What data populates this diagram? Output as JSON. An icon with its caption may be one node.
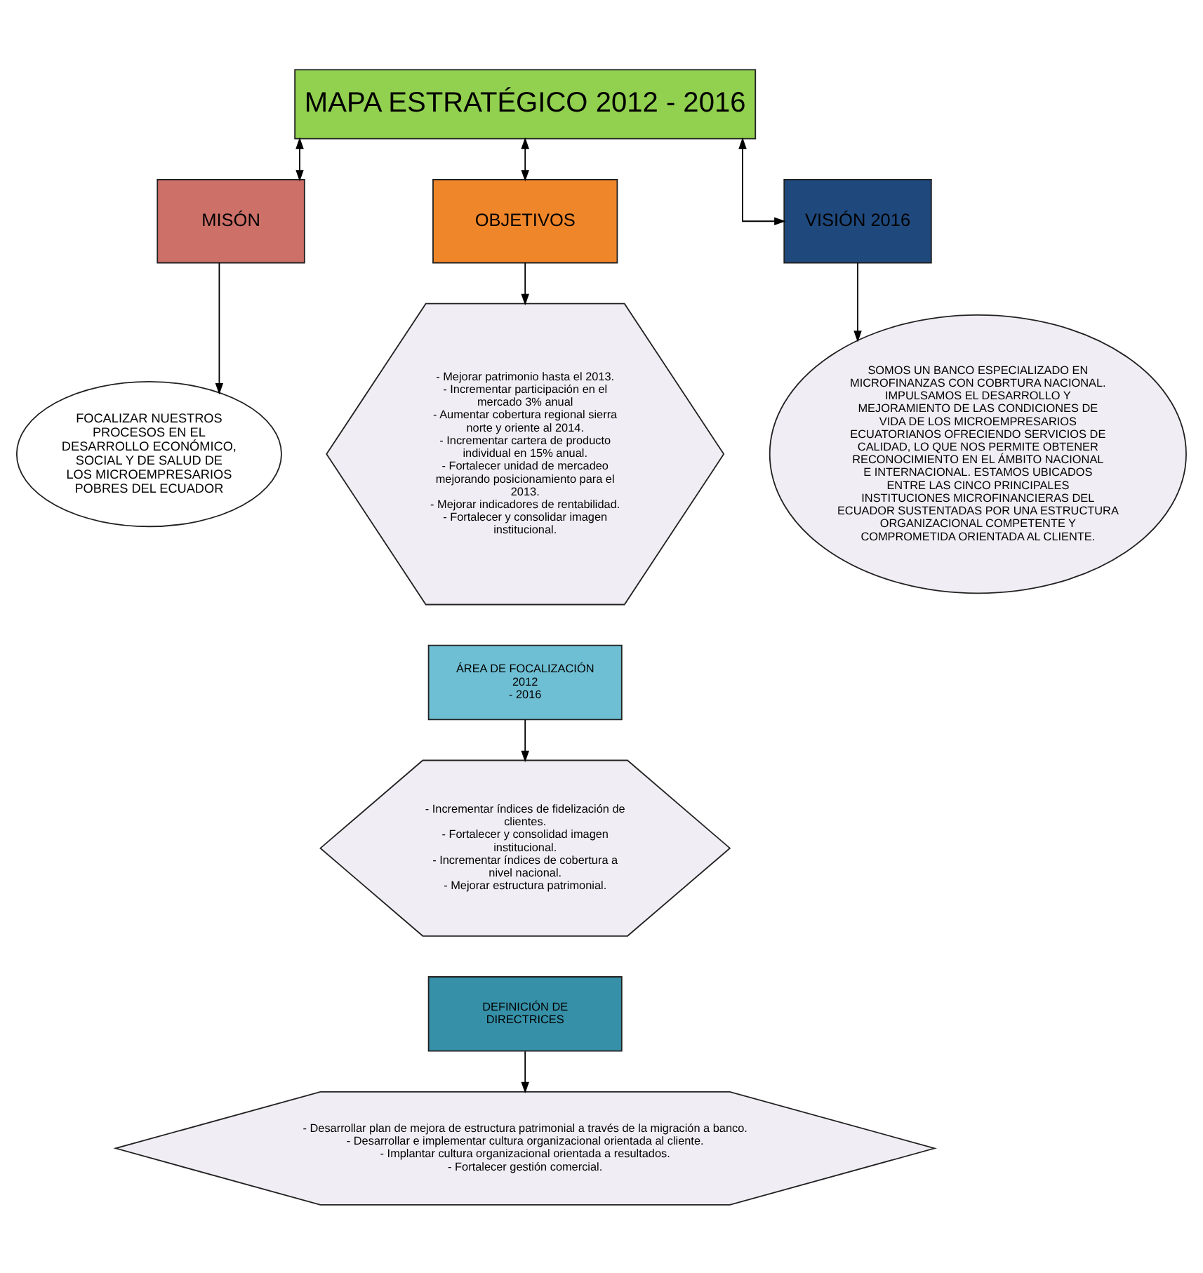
{
  "diagram": {
    "nodes": [
      {
        "text": [
          "MAPA ESTRATÉGICO 2012 - 2016"
        ]
      },
      {
        "text": [
          "MISÓN"
        ]
      },
      {
        "text": [
          "OBJETIVOS"
        ]
      },
      {
        "text": [
          "VISIÓN 2016"
        ]
      },
      {
        "text": [
          "FOCALIZAR NUESTROS PROCESOS EN EL DESARROLLO ECONÓMICO, SOCIAL Y DE SALUD DE LOS MICROEMPRESARIOS POBRES DEL ECUADOR"
        ]
      },
      {
        "text": [
          "- Mejorar patrimonio hasta el 2013. - Incrementar participación en el mercado 3% anual - Aumentar cobertura regional sierra norte y oriente al 2014. - Incrementar cartera de producto individual en 15% anual. - Fortalecer unidad de mercadeo mejorando posicionamiento para el 2013. - Mejorar indicadores de rentabilidad. - Fortalecer y consolidar imagen institucional."
        ]
      },
      {
        "text": [
          "SOMOS UN BANCO ESPECIALIZADO EN MICROFINANZAS CON COBRTURA NACIONAL. IMPULSAMOS EL DESARROLLO Y MEJORAMIENTO DE LAS CONDICIONES DE VIDA DE LOS MICROEMPRESARIOS ECUATORIANOS OFRECIENDO SERVICIOS DE CALIDAD, LO QUE NOS PERMITE OBTENER RECONOCIMIENTO EN EL ÁMBITO NACIONAL  E INTERNACIONAL. ESTAMOS UBICADOS ENTRE LAS CINCO PRINCIPALES INSTITUCIONES MICROFINANCIERAS DEL ECUADOR SUSTENTADAS POR UNA ESTRUCTURA ORGANIZACIONAL COMPETENTE Y COMPROMETIDA ORIENTADA AL CLIENTE."
        ]
      },
      {
        "text": [
          "ÁREA DE FOCALIZACIÓN 2012 - 2016"
        ]
      },
      {
        "text": [
          "- Incrementar índices de fidelización de clientes. - Fortalecer y consolidad imagen institucional. - Incrementar índices de cobertura a nivel nacional. - Mejorar estructura patrimonial."
        ]
      },
      {
        "text": [
          "DEFINICIÓN DE DIRECTRICES"
        ]
      },
      {
        "text": [
          "- Desarrollar plan de mejora de estructura patrimonial a través de la migración a banco. - Desarrollar e implementar cultura organizacional orientada al cliente. - Implantar cultura organizacional orientada a resultados. - Fortalecer gestión comercial."
        ]
      }
    ],
    "edges": [
      {
        "from": 0,
        "to": 1,
        "arrow": "both"
      },
      {
        "from": 0,
        "to": 2,
        "arrow": "both"
      },
      {
        "from": 0,
        "to": 3,
        "arrow": "both"
      },
      {
        "from": 1,
        "to": 4,
        "arrow": "to"
      },
      {
        "from": 2,
        "to": 5,
        "arrow": "to"
      },
      {
        "from": 3,
        "to": 6,
        "arrow": "to"
      },
      {
        "from": 7,
        "to": 8,
        "arrow": "to"
      },
      {
        "from": 9,
        "to": 10,
        "arrow": "to"
      }
    ]
  }
}
